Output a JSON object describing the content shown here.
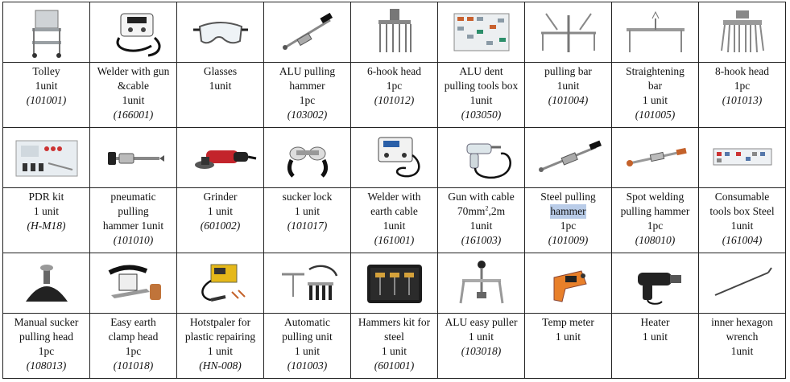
{
  "rows": [
    [
      {
        "icon": "trolley-icon",
        "lines": [
          "Tolley",
          "1unit"
        ],
        "code": "(101001)"
      },
      {
        "icon": "welder-machine-icon",
        "lines": [
          "Welder with gun",
          "&cable",
          "1unit"
        ],
        "code": "(166001)"
      },
      {
        "icon": "safety-glasses-icon",
        "lines": [
          "Glasses",
          "1unit"
        ],
        "code": ""
      },
      {
        "icon": "alu-pulling-hammer-icon",
        "lines": [
          "ALU pulling",
          "hammer",
          "1pc"
        ],
        "code": "(103002)"
      },
      {
        "icon": "six-hook-head-icon",
        "lines": [
          "6-hook head",
          "1pc"
        ],
        "code": "(101012)"
      },
      {
        "icon": "dent-tools-box-icon",
        "lines": [
          "ALU dent",
          "pulling tools box",
          "1unit"
        ],
        "code": "(103050)"
      },
      {
        "icon": "pulling-bar-icon",
        "lines": [
          "pulling bar",
          "1unit"
        ],
        "code": "(101004)"
      },
      {
        "icon": "straightening-bar-icon",
        "lines": [
          "Straightening",
          "bar",
          "1 unit"
        ],
        "code": "(101005)"
      },
      {
        "icon": "eight-hook-head-icon",
        "lines": [
          "8-hook head",
          "1pc"
        ],
        "code": "(101013)"
      }
    ],
    [
      {
        "icon": "pdr-kit-icon",
        "lines": [
          "PDR kit",
          "1 unit"
        ],
        "code": "(H-M18)"
      },
      {
        "icon": "pneumatic-hammer-icon",
        "lines": [
          "pneumatic",
          "pulling",
          "hammer 1unit"
        ],
        "code": "(101010)"
      },
      {
        "icon": "grinder-icon",
        "lines": [
          "Grinder",
          "1 unit"
        ],
        "code": "(601002)"
      },
      {
        "icon": "sucker-lock-icon",
        "lines": [
          "sucker lock",
          "1 unit"
        ],
        "code": "(101017)"
      },
      {
        "icon": "welder-earth-cable-icon",
        "lines": [
          "Welder with",
          "earth cable",
          "1unit"
        ],
        "code": "(161001)"
      },
      {
        "icon": "welding-gun-icon",
        "lines": [
          "Gun with cable",
          "70mm2,2m",
          "1unit"
        ],
        "code": "(161003)"
      },
      {
        "icon": "steel-pulling-hammer-icon",
        "lines": [
          "Steel pulling",
          "hammer",
          "1pc"
        ],
        "code": "(101009)"
      },
      {
        "icon": "spot-welding-hammer-icon",
        "lines": [
          "Spot welding",
          "pulling hammer",
          "1pc"
        ],
        "code": "(108010)"
      },
      {
        "icon": "consumable-box-icon",
        "lines": [
          "Consumable",
          "tools box Steel",
          "1unit"
        ],
        "code": "(161004)"
      }
    ],
    [
      {
        "icon": "manual-sucker-icon",
        "lines": [
          "Manual sucker",
          "pulling head",
          "1pc"
        ],
        "code": "(108013)"
      },
      {
        "icon": "earth-clamp-icon",
        "lines": [
          "Easy earth",
          "clamp head",
          "1pc"
        ],
        "code": "(101018)"
      },
      {
        "icon": "hot-stapler-icon",
        "lines": [
          "Hotstpaler for",
          "plastic repairing",
          "1 unit"
        ],
        "code": "(HN-008)"
      },
      {
        "icon": "automatic-pulling-unit-icon",
        "lines": [
          "Automatic",
          "pulling unit",
          "1 unit"
        ],
        "code": "(101003)"
      },
      {
        "icon": "hammers-kit-case-icon",
        "lines": [
          "Hammers kit for",
          "steel",
          "1 unit"
        ],
        "code": "(601001)"
      },
      {
        "icon": "alu-easy-puller-icon",
        "lines": [
          "ALU easy puller",
          "1 unit"
        ],
        "code": "(103018)"
      },
      {
        "icon": "temp-meter-icon",
        "lines": [
          "Temp meter",
          "1 unit"
        ],
        "code": ""
      },
      {
        "icon": "heat-gun-icon",
        "lines": [
          "Heater",
          "1 unit"
        ],
        "code": ""
      },
      {
        "icon": "hex-wrench-icon",
        "lines": [
          "inner hexagon",
          "wrench",
          "1unit"
        ],
        "code": ""
      }
    ]
  ],
  "highlight": {
    "row": 1,
    "col": 6,
    "line": 1
  },
  "colors": {
    "highlight": "#b9cce8",
    "grid": "#222222"
  }
}
